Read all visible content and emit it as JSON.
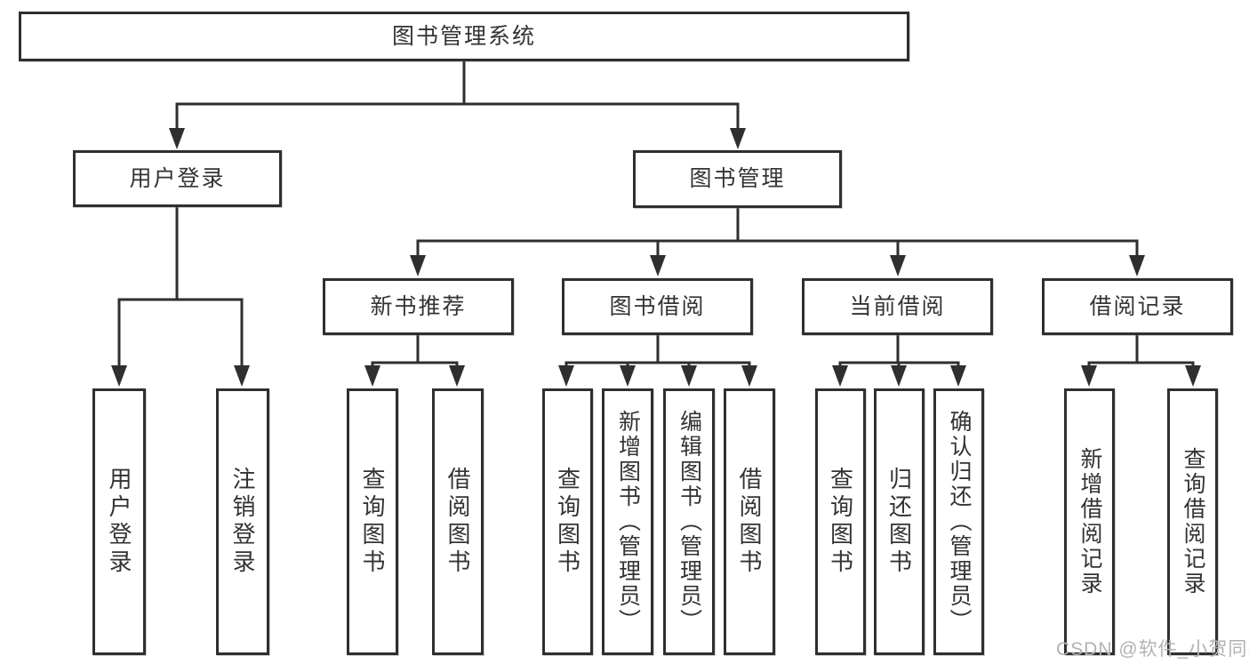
{
  "tree": {
    "root": {
      "label": "图书管理系统",
      "children": [
        {
          "label": "用户登录",
          "children": [
            {
              "label": "用户登录"
            },
            {
              "label": "注销登录"
            }
          ]
        },
        {
          "label": "图书管理",
          "children": [
            {
              "label": "新书推荐",
              "children": [
                {
                  "label": "查询图书"
                },
                {
                  "label": "借阅图书"
                }
              ]
            },
            {
              "label": "图书借阅",
              "children": [
                {
                  "label": "查询图书"
                },
                {
                  "label": "新增图书（管理员）"
                },
                {
                  "label": "编辑图书（管理员）"
                },
                {
                  "label": "借阅图书"
                }
              ]
            },
            {
              "label": "当前借阅",
              "children": [
                {
                  "label": "查询图书"
                },
                {
                  "label": "归还图书"
                },
                {
                  "label": "确认归还（管理员）"
                }
              ]
            },
            {
              "label": "借阅记录",
              "children": [
                {
                  "label": "新增借阅记录"
                },
                {
                  "label": "查询借阅记录"
                }
              ]
            }
          ]
        }
      ]
    }
  },
  "watermark": {
    "text": "CSDN @软件_小贺同学"
  },
  "colors": {
    "line": "#2f2f2f",
    "text": "#333333",
    "box_background": "#ffffff",
    "watermark": "#b2b2b2",
    "background": "#ffffff"
  }
}
